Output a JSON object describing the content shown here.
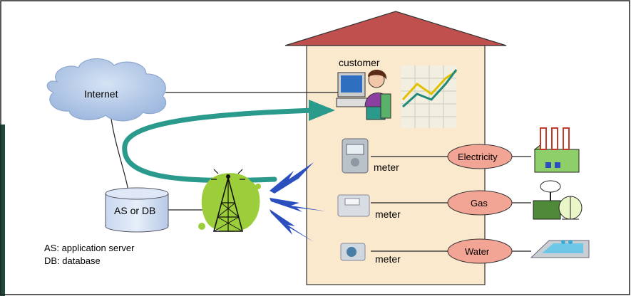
{
  "diagram": {
    "internet_label": "Internet",
    "server_label": "AS or DB",
    "customer_label": "customer",
    "meters": [
      {
        "label": "meter",
        "utility": "Electricity"
      },
      {
        "label": "meter",
        "utility": "Gas"
      },
      {
        "label": "meter",
        "utility": "Water"
      }
    ],
    "legend": [
      "AS: application server",
      "DB: database"
    ],
    "colors": {
      "roof": "#c0504d",
      "house_wall": "#fbe9cd",
      "cloud": "#b4c8e6",
      "arrow": "#2a9a8c",
      "utility_oval": "#f2a495",
      "lightning": "#2b4fbf",
      "tower_bg": "#9ccd3a"
    }
  }
}
